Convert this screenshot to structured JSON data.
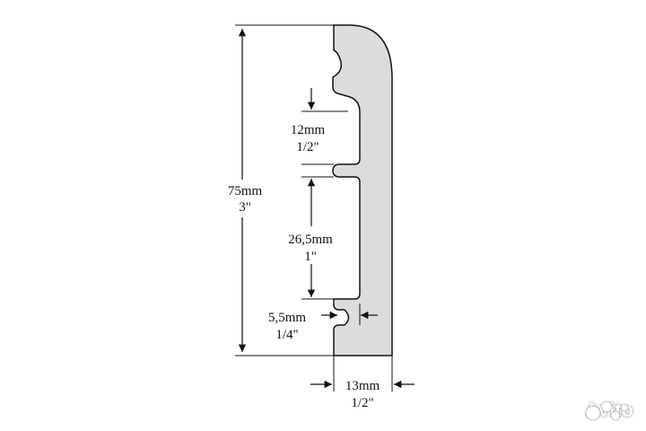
{
  "colors": {
    "profile_fill": "#dcdcdc",
    "line": "#111111",
    "background": "#ffffff"
  },
  "dimensions": {
    "total_height": {
      "metric": "75mm",
      "imperial": "3\""
    },
    "upper_gap": {
      "metric": "12mm",
      "imperial": "1/2\""
    },
    "middle_gap": {
      "metric": "26,5mm",
      "imperial": "1\""
    },
    "groove_depth": {
      "metric": "5,5mm",
      "imperial": "1/4\""
    },
    "thickness": {
      "metric": "13mm",
      "imperial": "1/2\""
    }
  },
  "watermark": {
    "text": "Avito",
    "icon": "avito-dots-icon"
  }
}
